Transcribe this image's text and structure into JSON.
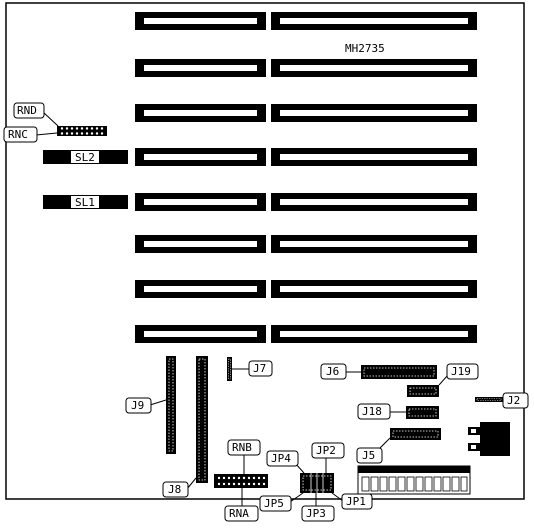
{
  "board": {
    "model": "MH2735"
  },
  "labels": {
    "rnd": "RND",
    "rnc": "RNC",
    "sl2": "SL2",
    "sl1": "SL1",
    "j7": "J7",
    "j6": "J6",
    "j19": "J19",
    "j2": "J2",
    "j18": "J18",
    "j9": "J9",
    "j5": "J5",
    "rnb": "RNB",
    "jp2": "JP2",
    "jp4": "JP4",
    "j8": "J8",
    "jp5": "JP5",
    "jp3": "JP3",
    "jp1": "JP1",
    "rna": "RNA"
  },
  "colors": {
    "ink": "#000000",
    "paper": "#ffffff"
  }
}
